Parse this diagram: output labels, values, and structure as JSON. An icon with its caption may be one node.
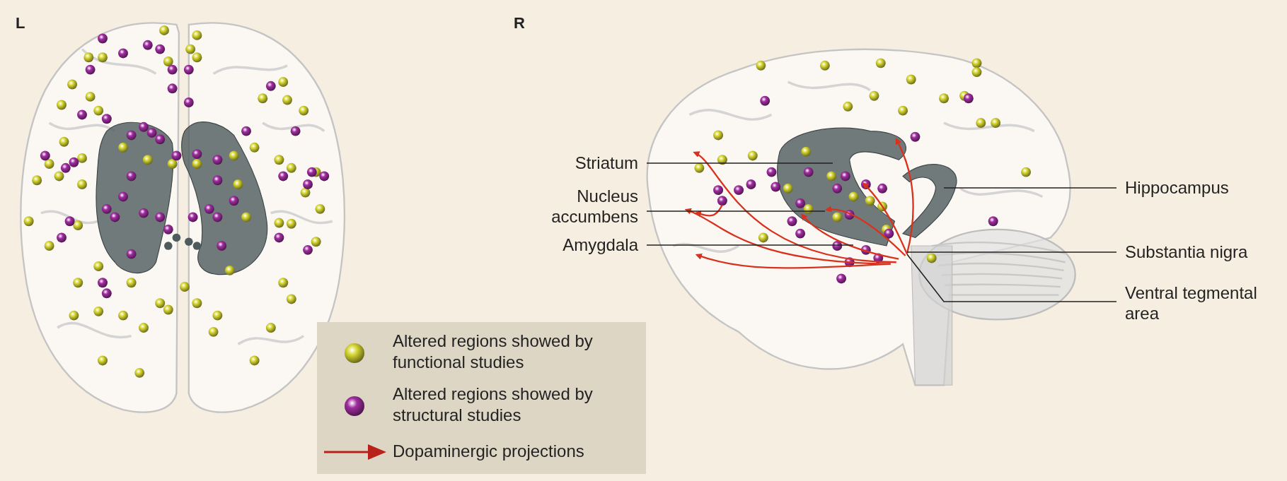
{
  "diagram": {
    "nodes": [
      {
        "text": [
          "Striatum"
        ]
      },
      {
        "text": [
          "Nucleus accumbens"
        ]
      },
      {
        "text": [
          "Amygdala"
        ]
      },
      {
        "text": [
          "Hippocampus"
        ]
      },
      {
        "text": [
          "Substantia nigra"
        ]
      },
      {
        "text": [
          "Ventral tegmental area"
        ]
      }
    ],
    "edges": [
      {
        "from": 0,
        "to": null,
        "arrow": "none"
      },
      {
        "from": 1,
        "to": null,
        "arrow": "none"
      },
      {
        "from": 2,
        "to": null,
        "arrow": "none"
      },
      {
        "from": 3,
        "to": null,
        "arrow": "none"
      },
      {
        "from": 4,
        "to": null,
        "arrow": "none"
      },
      {
        "from": 5,
        "to": null,
        "arrow": "none"
      }
    ],
    "labels": [
      "L",
      "R"
    ],
    "legend": [
      {
        "text": "Altered regions showed by functional studies"
      },
      {
        "text": "Altered regions showed by structural studies"
      },
      {
        "text": "Dopaminergic projections"
      }
    ]
  }
}
